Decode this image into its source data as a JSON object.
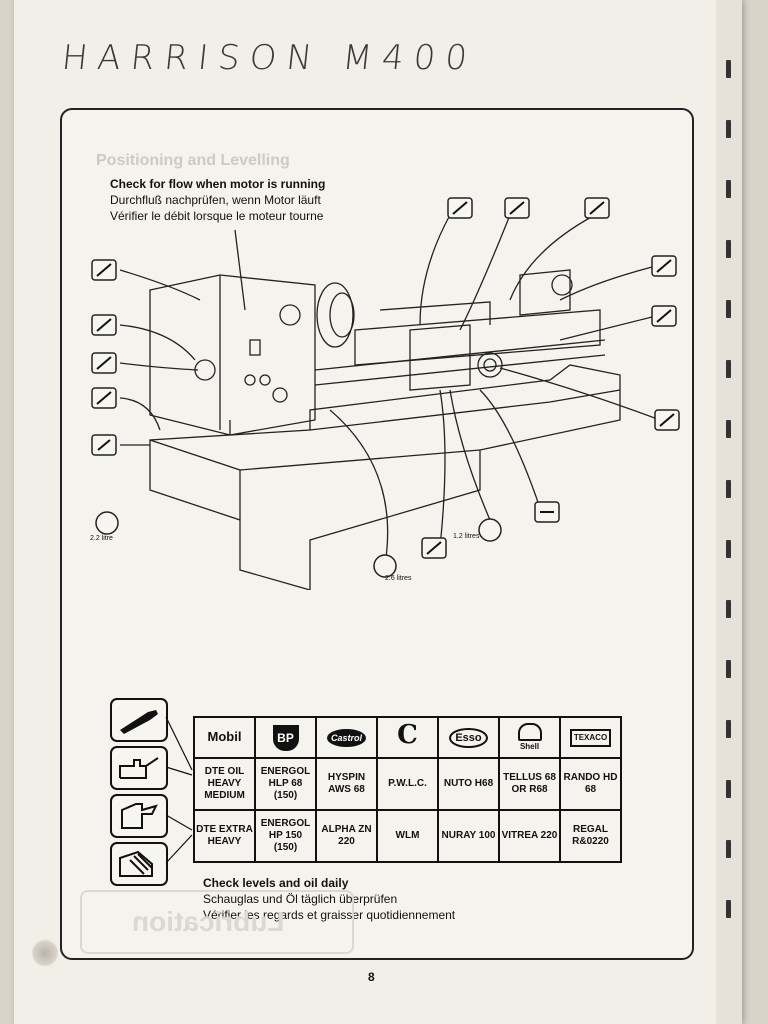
{
  "handwritten_title": "HARRISON M400",
  "flow_note": {
    "en": "Check for flow when motor is running",
    "de": "Durchfluß nachprüfen, wenn Motor läuft",
    "fr": "Vérifier le débit lorsque le moteur tourne"
  },
  "level_note": {
    "en": "Check levels and oil daily",
    "de": "Schauglas und Öl täglich überprüfen",
    "fr": "Vérifier les regards et graisser quotidiennement"
  },
  "capacities": {
    "a": "2.2 litre",
    "b": "2.6 litres",
    "c": "1.2 litres"
  },
  "oil_table": {
    "brands": [
      "Mobil",
      "BP",
      "Castrol",
      "C",
      "Esso",
      "Shell",
      "TEXACO"
    ],
    "rows": [
      [
        "DTE OIL HEAVY MEDIUM",
        "ENERGOL HLP 68 (150)",
        "HYSPIN AWS 68",
        "P.W.L.C.",
        "NUTO H68",
        "TELLUS 68 OR R68",
        "RANDO HD 68"
      ],
      [
        "DTE EXTRA HEAVY",
        "ENERGOL HP 150 (150)",
        "ALPHA ZN 220",
        "WLM",
        "NURAY 100",
        "VITREA 220",
        "REGAL R&0220"
      ]
    ]
  },
  "icons": [
    "oil-can-icon",
    "oiler-icon",
    "oil-bottle-icon",
    "grease-icon"
  ],
  "ghost_heading": "Positioning and Levelling",
  "ghost_footer": "Lubrication",
  "page_number": "8"
}
